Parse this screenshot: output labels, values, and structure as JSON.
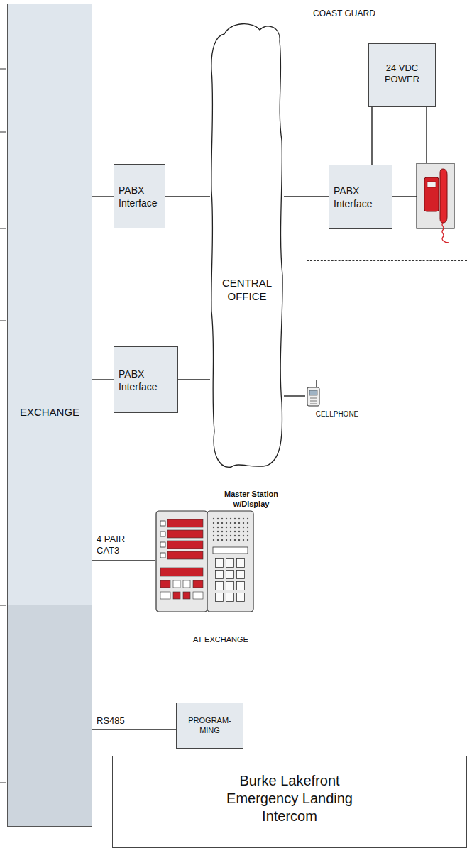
{
  "diagram": {
    "nodes": [
      {
        "text": [
          "EXCHANGE"
        ]
      },
      {
        "text": [
          "COAST GUARD"
        ]
      },
      {
        "text": [
          "24 VDC POWER"
        ],
        "in": 1
      },
      {
        "text": [
          "PABX Interface"
        ]
      },
      {
        "text": [
          "CENTRAL OFFICE"
        ]
      },
      {
        "text": [
          "PABX Interface"
        ],
        "in": 1
      },
      {
        "text": [
          "PABX Interface"
        ]
      },
      {
        "text": [
          "CELLPHONE"
        ]
      },
      {
        "text": [
          "Master Station w/Display"
        ]
      },
      {
        "text": [
          "PROGRAM- MING"
        ]
      },
      {
        "text": [
          "Burke Lakefront Emergency Landing Intercom"
        ]
      }
    ],
    "edges": [
      {
        "from": 0,
        "to": 3,
        "arrow": "none"
      },
      {
        "from": 3,
        "to": 4,
        "arrow": "none"
      },
      {
        "from": 4,
        "to": 5,
        "arrow": "none"
      },
      {
        "from": 2,
        "to": 5,
        "arrow": "none"
      },
      {
        "from": 0,
        "to": 6,
        "arrow": "none"
      },
      {
        "from": 6,
        "to": 4,
        "arrow": "none"
      },
      {
        "from": 4,
        "to": 7,
        "arrow": "none"
      },
      {
        "from": 0,
        "to": 8,
        "label": "4 PAIR CAT3",
        "arrow": "none"
      },
      {
        "from": 0,
        "to": 9,
        "label": "RS485",
        "arrow": "none"
      }
    ],
    "labels": [
      "AT EXCHANGE"
    ]
  }
}
